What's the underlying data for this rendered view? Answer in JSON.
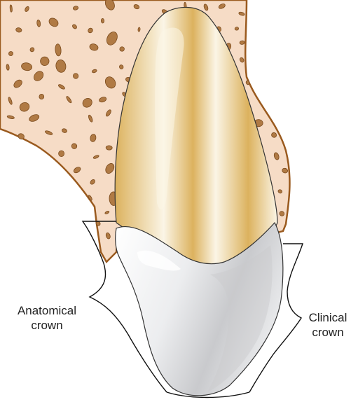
{
  "labels": {
    "anatomical": {
      "line1": "Anatomical",
      "line2": "crown"
    },
    "clinical": {
      "line1": "Clinical",
      "line2": "crown"
    }
  },
  "colors": {
    "bone_fill": "#f6dcc6",
    "bone_outline": "#9a5a1e",
    "trabecula_fill": "#b07a44",
    "trabecula_edge": "#7a4a1c",
    "root_light": "#fbf5e6",
    "root_gold": "#dcb25e",
    "enamel_light": "#ffffff",
    "enamel_shade": "#c9cacd",
    "bracket_line": "#111111"
  },
  "icons": {
    "illustration": "tooth-cross-section-illustration"
  }
}
